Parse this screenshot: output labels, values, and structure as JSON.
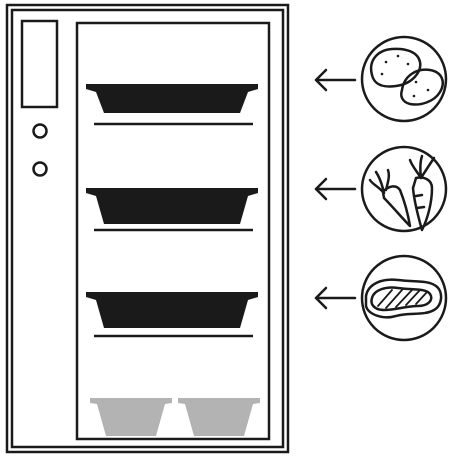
{
  "colors": {
    "line": "#1a1a1a",
    "tray": "#1a1a1a",
    "bottom_tray": "#b3b3b3",
    "background": "#ffffff"
  },
  "appliance": {
    "control_panel": {
      "display": "display-window",
      "knobs": [
        "knob",
        "knob"
      ]
    },
    "shelves": [
      {
        "tray": "dark-tray",
        "food_icon": "potatoes-icon"
      },
      {
        "tray": "dark-tray",
        "food_icon": "carrots-icon"
      },
      {
        "tray": "dark-tray",
        "food_icon": "steak-icon"
      }
    ],
    "bottom_trays": [
      "grey-tray",
      "grey-tray"
    ]
  }
}
